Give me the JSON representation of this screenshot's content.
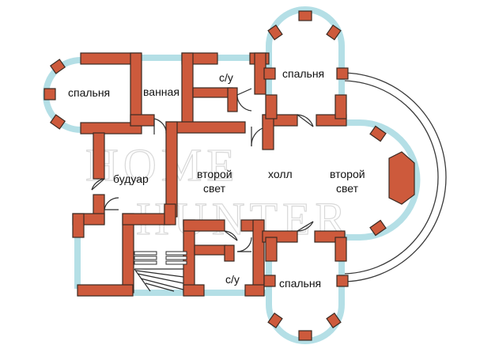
{
  "plan": {
    "rooms": {
      "bedroom_left": "спальня",
      "bathroom": "ванная",
      "wc_top": "с/у",
      "bedroom_top": "спальня",
      "boudoir": "будуар",
      "second_light_left": [
        "второй",
        "свет"
      ],
      "hall": "холл",
      "second_light_right": [
        "второй",
        "свет"
      ],
      "wc_bottom": "с/у",
      "bedroom_bottom": "спальня"
    },
    "watermark": [
      "HOME",
      "HUNTER"
    ]
  },
  "colors": {
    "wall": "#cd5a3c",
    "window": "#b4dfe6",
    "line": "#2c2c2c",
    "watermark": "#d9d9d9"
  }
}
